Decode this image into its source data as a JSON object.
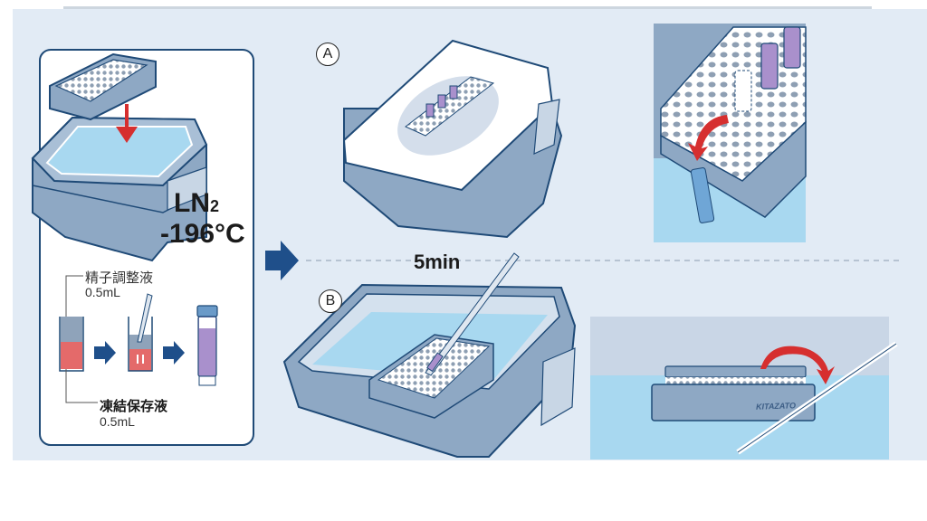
{
  "figure": {
    "description": "Vitrification / cryopreservation procedure illustration",
    "colors": {
      "background": "#e2ebf5",
      "outline": "#1f4a77",
      "container": "#8ea8c4",
      "ln2_liquid": "#a8d8f0",
      "accent_arrow": "#d62f2f",
      "step_arrow": "#1f4f8a",
      "vial_liquid": "#a990cc"
    }
  },
  "left_panel": {
    "ln2_label": "LN",
    "ln2_subscript": "2",
    "temperature": "-196°C",
    "solution_top": {
      "name": "精子調整液",
      "volume": "0.5mL"
    },
    "solution_bottom": {
      "name": "凍結保存液",
      "volume": "0.5mL"
    }
  },
  "step_a": {
    "badge": "A"
  },
  "step_b": {
    "badge": "B"
  },
  "timer": {
    "label": "5min"
  },
  "brand": {
    "label": "KITAZATO"
  }
}
